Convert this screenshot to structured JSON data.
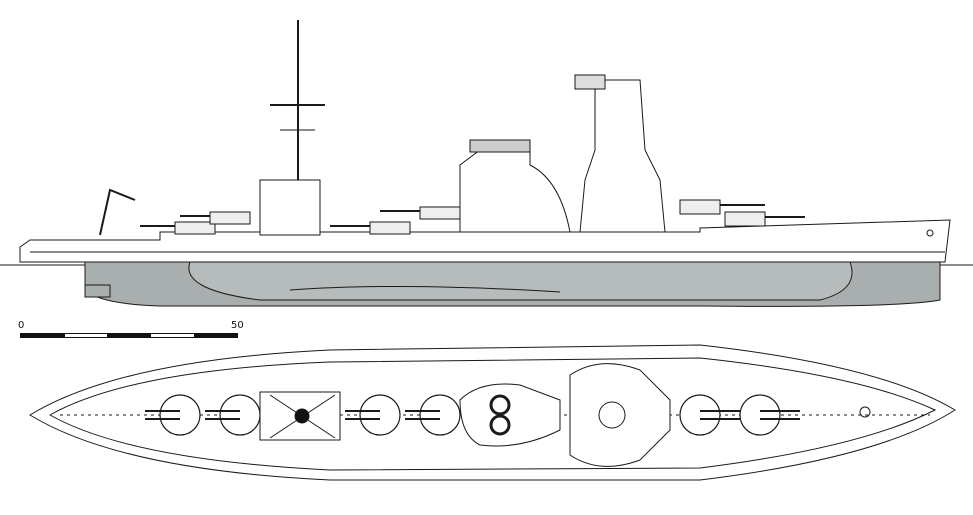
{
  "scale_bar": {
    "start_label": "0",
    "end_label": "50",
    "segments": 5
  },
  "colors": {
    "hull_fill": "#a9aeae",
    "line": "#1a1a1a",
    "paper": "#ffffff"
  },
  "views": [
    "side-profile",
    "plan-view"
  ]
}
